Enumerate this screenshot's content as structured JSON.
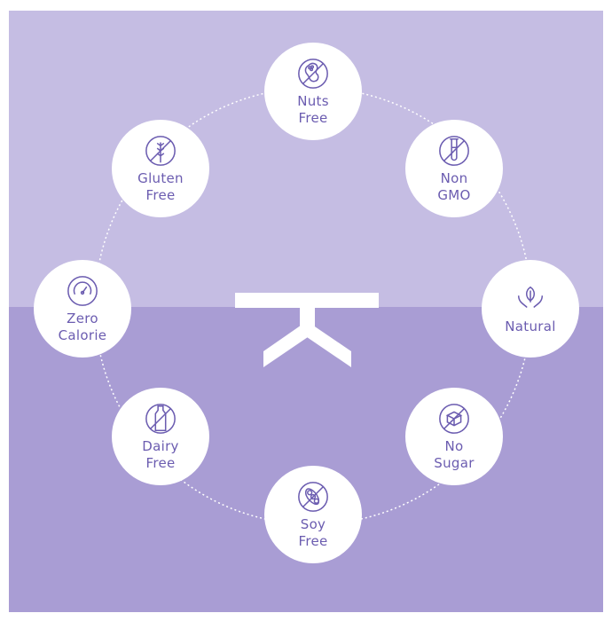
{
  "colors": {
    "top": "#c5bde3",
    "bottom": "#a99dd4",
    "text": "#6b5cb0"
  },
  "badges": [
    {
      "lines": [
        "Nuts",
        "Free"
      ],
      "icon": "no-nuts-icon"
    },
    {
      "lines": [
        "Non",
        "GMO"
      ],
      "icon": "no-gmo-test-tube-icon"
    },
    {
      "lines": [
        "Natural"
      ],
      "icon": "leaf-hands-icon"
    },
    {
      "lines": [
        "No",
        "Sugar"
      ],
      "icon": "no-sugar-cube-icon"
    },
    {
      "lines": [
        "Soy",
        "Free"
      ],
      "icon": "no-soy-icon"
    },
    {
      "lines": [
        "Dairy",
        "Free"
      ],
      "icon": "no-dairy-bottle-icon"
    },
    {
      "lines": [
        "Zero",
        "Calorie"
      ],
      "icon": "gauge-icon"
    },
    {
      "lines": [
        "Gluten",
        "Free"
      ],
      "icon": "no-gluten-wheat-icon"
    }
  ]
}
